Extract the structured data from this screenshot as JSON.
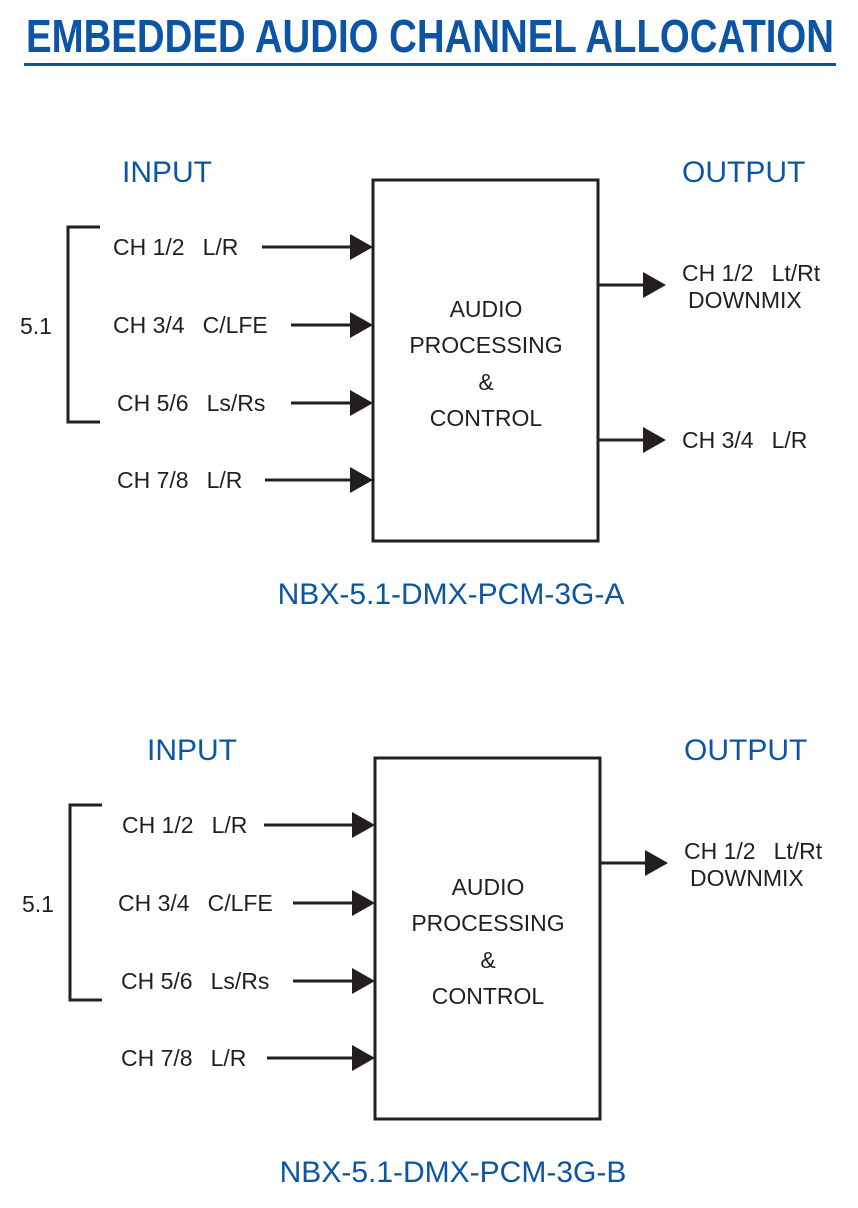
{
  "title": "EMBEDDED AUDIO CHANNEL ALLOCATION",
  "colors": {
    "accent": "#0b55a4",
    "ink": "#231f20"
  },
  "diagrams": [
    {
      "input_heading": "INPUT",
      "output_heading": "OUTPUT",
      "group_label": "5.1",
      "inputs": [
        {
          "channel": "CH 1/2",
          "label": "L/R"
        },
        {
          "channel": "CH 3/4",
          "label": "C/LFE"
        },
        {
          "channel": "CH 5/6",
          "label": "Ls/Rs"
        },
        {
          "channel": "CH 7/8",
          "label": "L/R"
        }
      ],
      "processor": [
        "AUDIO",
        "PROCESSING",
        "&",
        "CONTROL"
      ],
      "outputs": [
        {
          "channel": "CH 1/2",
          "label": "Lt/Rt",
          "sub": "DOWNMIX"
        },
        {
          "channel": "CH 3/4",
          "label": "L/R",
          "sub": ""
        }
      ],
      "model": "NBX-5.1-DMX-PCM-3G-A"
    },
    {
      "input_heading": "INPUT",
      "output_heading": "OUTPUT",
      "group_label": "5.1",
      "inputs": [
        {
          "channel": "CH 1/2",
          "label": "L/R"
        },
        {
          "channel": "CH 3/4",
          "label": "C/LFE"
        },
        {
          "channel": "CH 5/6",
          "label": "Ls/Rs"
        },
        {
          "channel": "CH 7/8",
          "label": "L/R"
        }
      ],
      "processor": [
        "AUDIO",
        "PROCESSING",
        "&",
        "CONTROL"
      ],
      "outputs": [
        {
          "channel": "CH 1/2",
          "label": "Lt/Rt",
          "sub": "DOWNMIX"
        }
      ],
      "model": "NBX-5.1-DMX-PCM-3G-B"
    }
  ]
}
